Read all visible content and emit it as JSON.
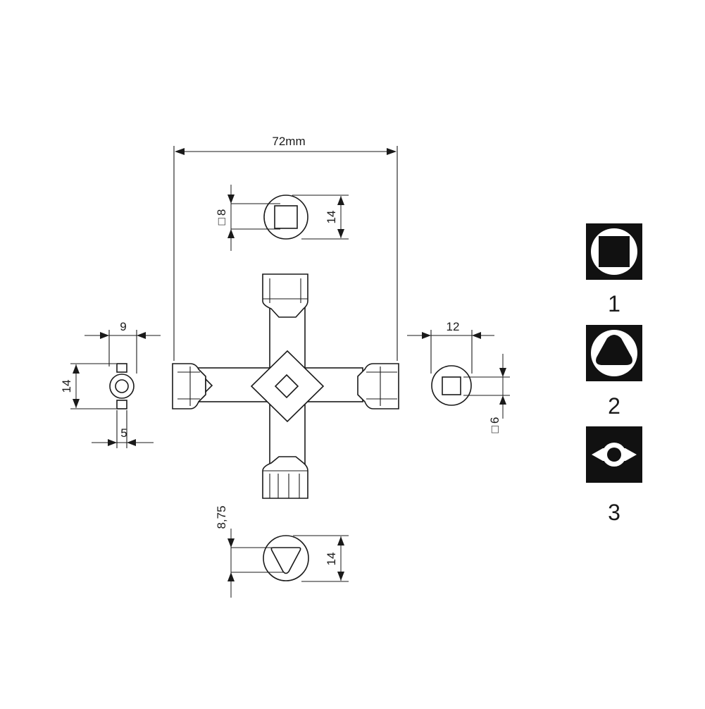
{
  "dimensions": {
    "overall_width": "72mm",
    "top_square": "8",
    "top_diameter": "14",
    "left_width": "9",
    "left_diameter": "14",
    "left_slot": "5",
    "right_width": "12",
    "right_square": "6",
    "bottom_triangle": "8,75",
    "bottom_diameter": "14"
  },
  "square_symbol": "□",
  "legend": [
    {
      "number": "1",
      "icon": "square-socket-icon"
    },
    {
      "number": "2",
      "icon": "triangle-socket-icon"
    },
    {
      "number": "3",
      "icon": "double-bit-icon"
    }
  ],
  "colors": {
    "ink": "#1a1a1a",
    "paper": "#ffffff"
  }
}
